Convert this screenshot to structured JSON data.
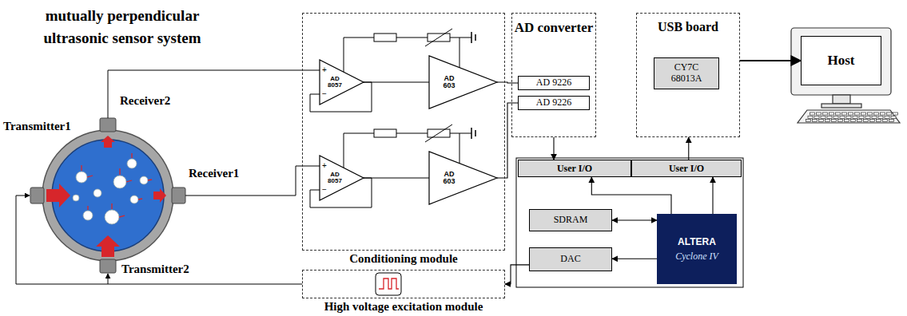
{
  "diagram": {
    "title": "mutually perpendicular ultrasonic sensor system",
    "nodes": [
      {
        "text": [
          "Conditioning module"
        ]
      },
      {
        "text": [
          "AD 8057"
        ],
        "in": 0
      },
      {
        "text": [
          "AD 603"
        ],
        "in": 0
      },
      {
        "text": [
          "AD 8057"
        ],
        "in": 0
      },
      {
        "text": [
          "AD 603"
        ],
        "in": 0
      },
      {
        "text": [
          "AD converter"
        ]
      },
      {
        "text": [
          "AD 9226"
        ],
        "in": 5
      },
      {
        "text": [
          "AD 9226"
        ],
        "in": 5
      },
      {
        "text": [
          "USB board"
        ]
      },
      {
        "text": [
          "CY7C 68013A"
        ],
        "in": 8
      },
      {
        "text": [
          "Host"
        ]
      },
      {
        "text": [
          "User I/O"
        ]
      },
      {
        "text": [
          "User I/O"
        ]
      },
      {
        "text": [
          "SDRAM"
        ]
      },
      {
        "text": [
          "DAC"
        ]
      },
      {
        "text": [
          "ALTERA",
          "Cyclone IV"
        ]
      },
      {
        "text": [
          "High voltage excitation module"
        ]
      }
    ],
    "edges": [
      {
        "from": 1,
        "to": 2,
        "arrow": "none"
      },
      {
        "from": 3,
        "to": 4,
        "arrow": "none"
      },
      {
        "from": 2,
        "to": 6,
        "arrow": "none"
      },
      {
        "from": 4,
        "to": 7,
        "arrow": "none"
      },
      {
        "from": 5,
        "to": 11,
        "arrow": "to"
      },
      {
        "from": 12,
        "to": 8,
        "arrow": "to"
      },
      {
        "from": 8,
        "to": 10,
        "arrow": "to"
      },
      {
        "from": 15,
        "to": 11,
        "arrow": "to"
      },
      {
        "from": 15,
        "to": 12,
        "arrow": "to"
      },
      {
        "from": 13,
        "to": 15,
        "arrow": "both"
      },
      {
        "from": 15,
        "to": 14,
        "arrow": "to"
      },
      {
        "from": 14,
        "to": 16,
        "arrow": "to"
      }
    ],
    "labels": [
      "Receiver2",
      "Transmitter1",
      "Receiver1",
      "Transmitter2",
      "+",
      "−",
      "+",
      "−"
    ]
  }
}
